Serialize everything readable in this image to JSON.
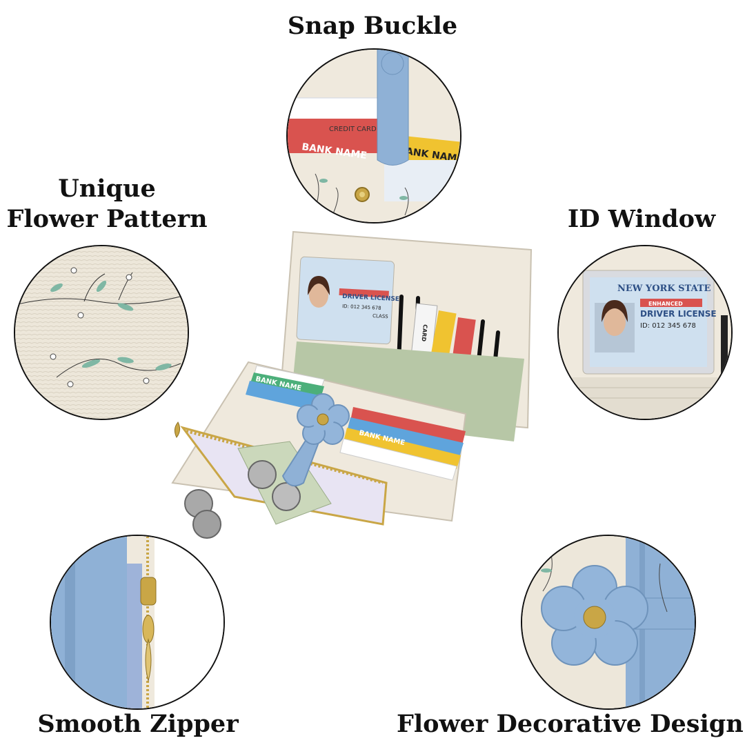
{
  "features": {
    "snap_buckle": "Snap Buckle",
    "flower_pattern_line1": "Unique",
    "flower_pattern_line2": "Flower Pattern",
    "id_window": "ID Window",
    "smooth_zipper": "Smooth Zipper",
    "flower_decorative": "Flower Decorative Design"
  },
  "card_text": {
    "credit_card": "CREDIT CARD",
    "bank_name": "BANK NAME",
    "state": "NEW YORK STATE",
    "enhanced": "ENHANCED",
    "driver_license": "DRIVER LICENSE",
    "id_number": "ID: 012 345 678",
    "class": "CLASS",
    "card": "CARD"
  },
  "colors": {
    "leather": "#efe9dd",
    "strap_blue": "#8fb1d6",
    "gold": "#c9a646"
  }
}
